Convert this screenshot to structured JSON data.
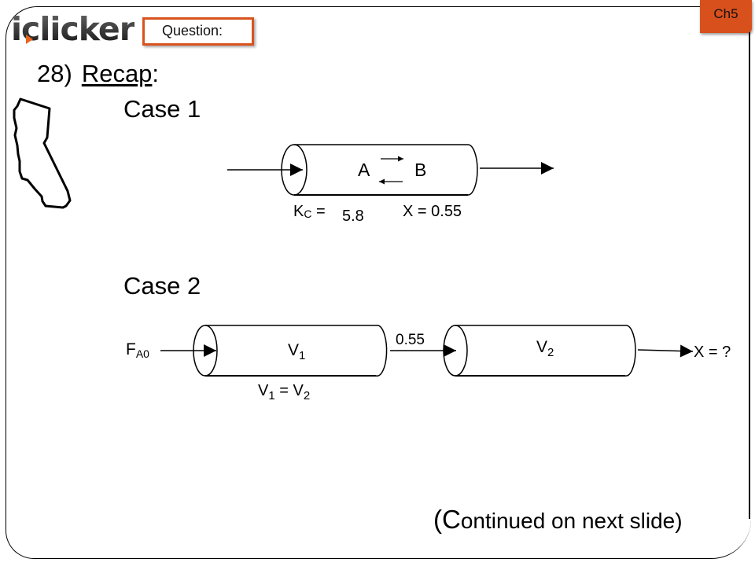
{
  "header": {
    "logo_text": "iclicker",
    "question_label": "Question:",
    "chapter_tab": "Ch5"
  },
  "slide": {
    "number": "28)",
    "title": "Recap",
    "title_suffix": ":",
    "decorative_icon": "california-outline-icon",
    "footer_note_first": "(C",
    "footer_note_rest": "ontinued on next slide)"
  },
  "case1": {
    "label": "Case 1",
    "species_a": "A",
    "species_b": "B",
    "kc_label": "K",
    "kc_subscript": "C",
    "kc_equals": " =",
    "kc_value": "5.8",
    "conversion_label": "X = 0.55"
  },
  "case2": {
    "label": "Case 2",
    "feed_label": "F",
    "feed_subscript": "A0",
    "reactor1_label": "V",
    "reactor1_subscript": "1",
    "reactor2_label": "V",
    "reactor2_subscript": "2",
    "intermediate_conversion": "0.55",
    "outlet_label": "X = ?",
    "volume_relation_v1": "V",
    "volume_relation_v1_sub": "1",
    "volume_relation_eq": " = V",
    "volume_relation_v2_sub": "2"
  },
  "colors": {
    "accent": "#d8501c",
    "logo_arrow": "#e8641b",
    "text": "#000000"
  }
}
